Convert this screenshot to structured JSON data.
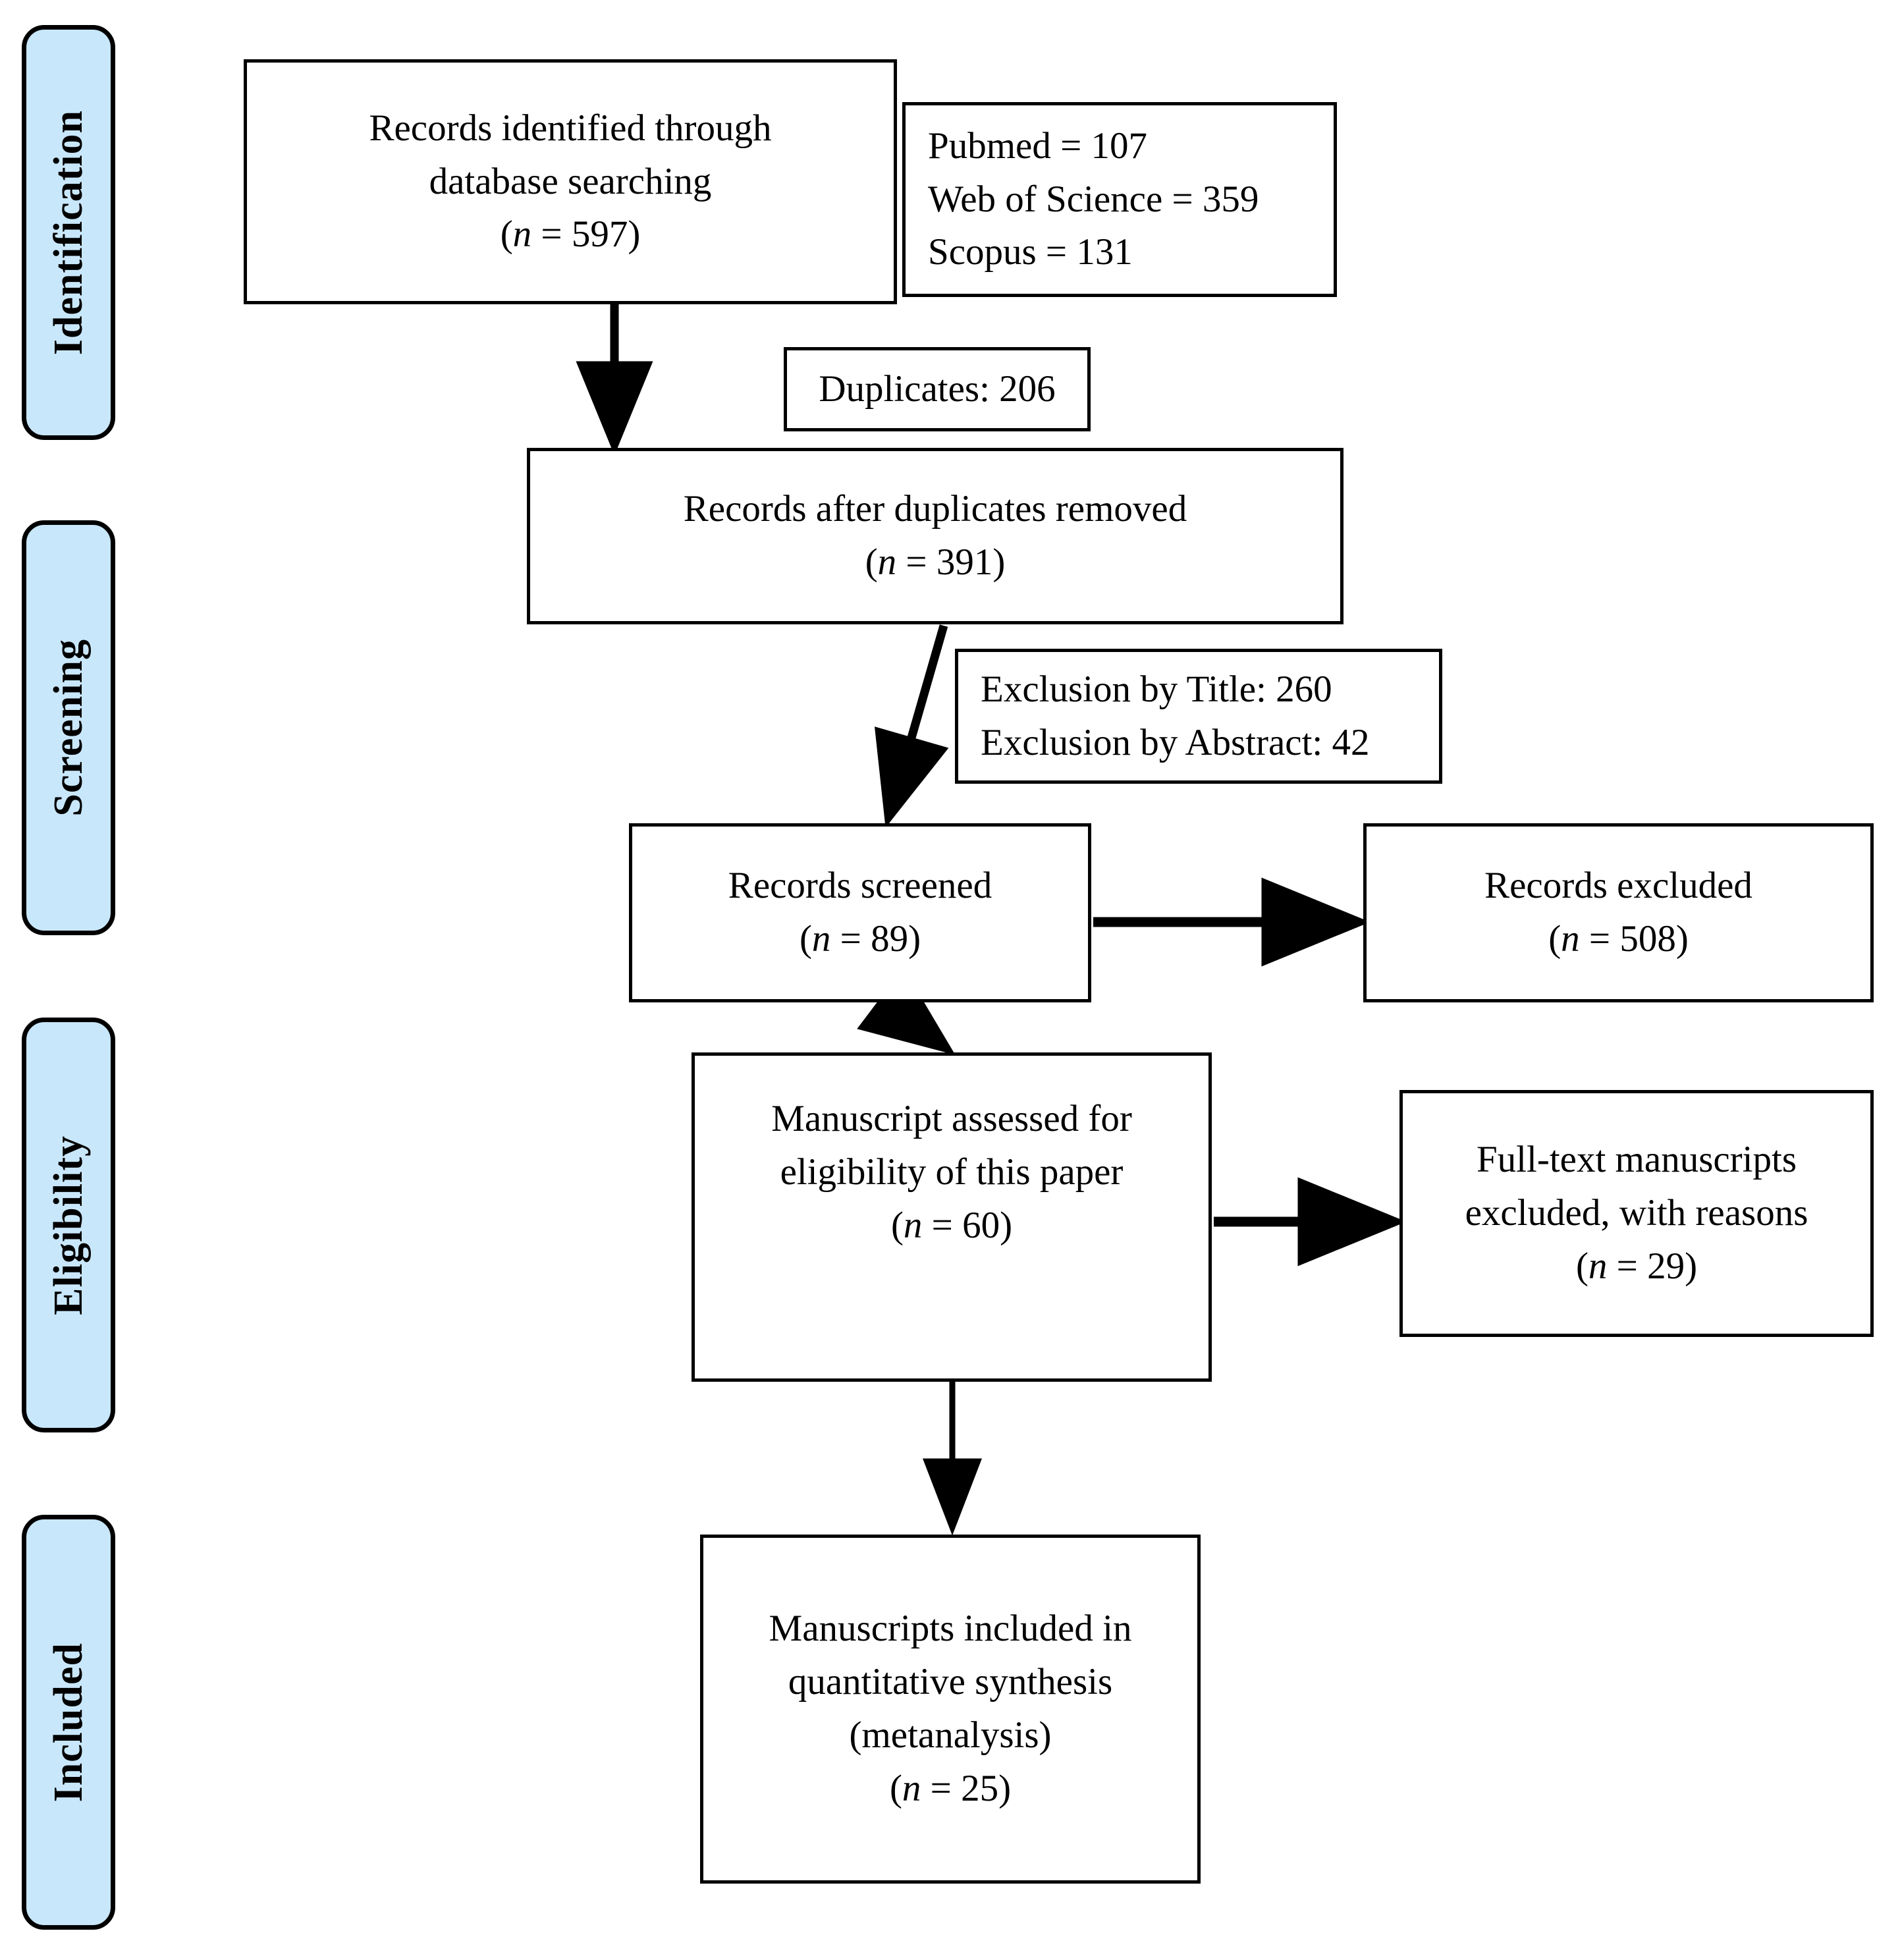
{
  "diagram": {
    "type": "prisma-flow-diagram",
    "title": "PRISMA study selection flow diagram",
    "accent_color": "#c9e7fb",
    "line_color": "#000000",
    "background": "#ffffff"
  },
  "phases": [
    {
      "id": "identification",
      "label": "Identification"
    },
    {
      "id": "screening",
      "label": "Screening"
    },
    {
      "id": "eligibility",
      "label": "Eligibility"
    },
    {
      "id": "included",
      "label": "Included"
    }
  ],
  "boxes": {
    "records_identified": {
      "line1": "Records identified through",
      "line2": "database searching",
      "count_open": "(",
      "count_n": "n",
      "count_eq": " = 597)"
    },
    "databases": {
      "line1": "Pubmed = 107",
      "line2": "Web of Science = 359",
      "line3": "Scopus = 131"
    },
    "duplicates": {
      "line1": "Duplicates: 206"
    },
    "after_duplicates": {
      "line1": "Records after duplicates removed",
      "count_open": "(",
      "count_n": "n",
      "count_eq": " = 391)"
    },
    "exclusions": {
      "line1": "Exclusion by Title: 260",
      "line2": "Exclusion by Abstract: 42"
    },
    "records_screened": {
      "line1": "Records screened",
      "count_open": "(",
      "count_n": "n",
      "count_eq": " = 89)"
    },
    "records_excluded": {
      "line1": "Records excluded",
      "count_open": "(",
      "count_n": "n",
      "count_eq": " = 508)"
    },
    "eligibility_assessed": {
      "line1": "Manuscript assessed for",
      "line2": "eligibility of this paper",
      "count_open": "(",
      "count_n": "n",
      "count_eq": " = 60)"
    },
    "fulltext_excluded": {
      "line1": "Full-text manuscripts",
      "line2": "excluded, with reasons",
      "count_open": "(",
      "count_n": "n",
      "count_eq": " = 29)"
    },
    "included_final": {
      "line1": "Manuscripts included in",
      "line2": "quantitative synthesis",
      "line3": "(metanalysis)",
      "count_open": "(",
      "count_n": "n",
      "count_eq": " = 25)"
    }
  },
  "flow_data": {
    "records_identified": 597,
    "pubmed": 107,
    "web_of_science": 359,
    "scopus": 131,
    "duplicates": 206,
    "after_duplicates_removed": 391,
    "exclusion_by_title": 260,
    "exclusion_by_abstract": 42,
    "records_screened": 89,
    "records_excluded": 508,
    "assessed_for_eligibility": 60,
    "fulltext_excluded": 29,
    "included_in_metanalysis": 25
  }
}
